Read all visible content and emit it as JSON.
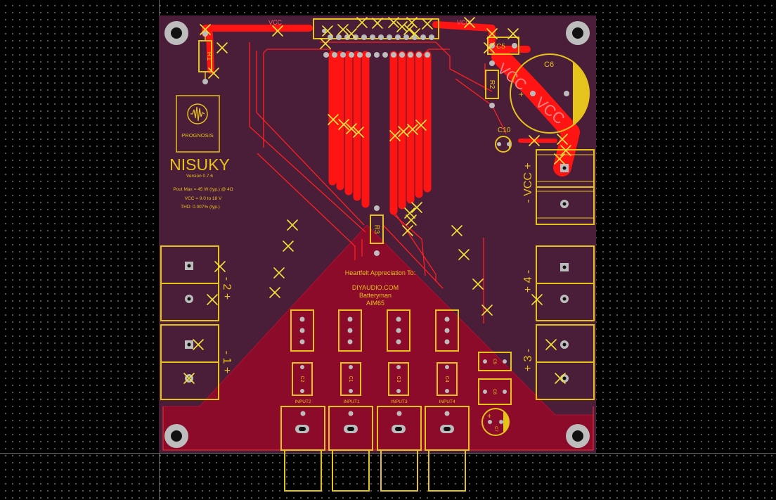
{
  "colors": {
    "board": "#4a1d38",
    "copper_pour": "#8c0a2a",
    "copper_trace": "#ff1414",
    "silkscreen": "#e6c21d",
    "background": "#000000",
    "grid_dot": "#5a5a5a",
    "pad": "#b9b9b9"
  },
  "board": {
    "logo_text": "PROGNOSIS",
    "title": "NISUKY",
    "version": "Version 0.7.6",
    "specs": [
      "Pout Max = 45 W (typ.) @ 4Ω",
      "VCC = 9.0 to 18 V",
      "THD: 0.007% (typ.)"
    ],
    "credits": {
      "heading": "Heartfelt Appreciation To:",
      "lines": [
        "DIYAUDIO.COM",
        "Batteryman",
        "AIM65"
      ]
    }
  },
  "net_labels": [
    "VCC",
    "VCC",
    "VCC",
    "VCC"
  ],
  "components": {
    "r1": "R1",
    "r2": "R2",
    "r3": "R3",
    "c5": "C5",
    "c6": "C6",
    "c10": "C10",
    "c1": "C1",
    "c2": "C2",
    "c3": "C3",
    "c4": "C4",
    "c7": "C7",
    "c8": "C8",
    "c9": "C9"
  },
  "inputs": [
    "INPUT2",
    "INPUT1",
    "INPUT3",
    "INPUT4"
  ],
  "terminals": {
    "vcc": "- VCC +",
    "out4": "+ 4 -",
    "out3": "+ 3 -",
    "out2": "- 2 +",
    "out1": "- 1 +"
  },
  "polarity": {
    "plus": "+"
  }
}
